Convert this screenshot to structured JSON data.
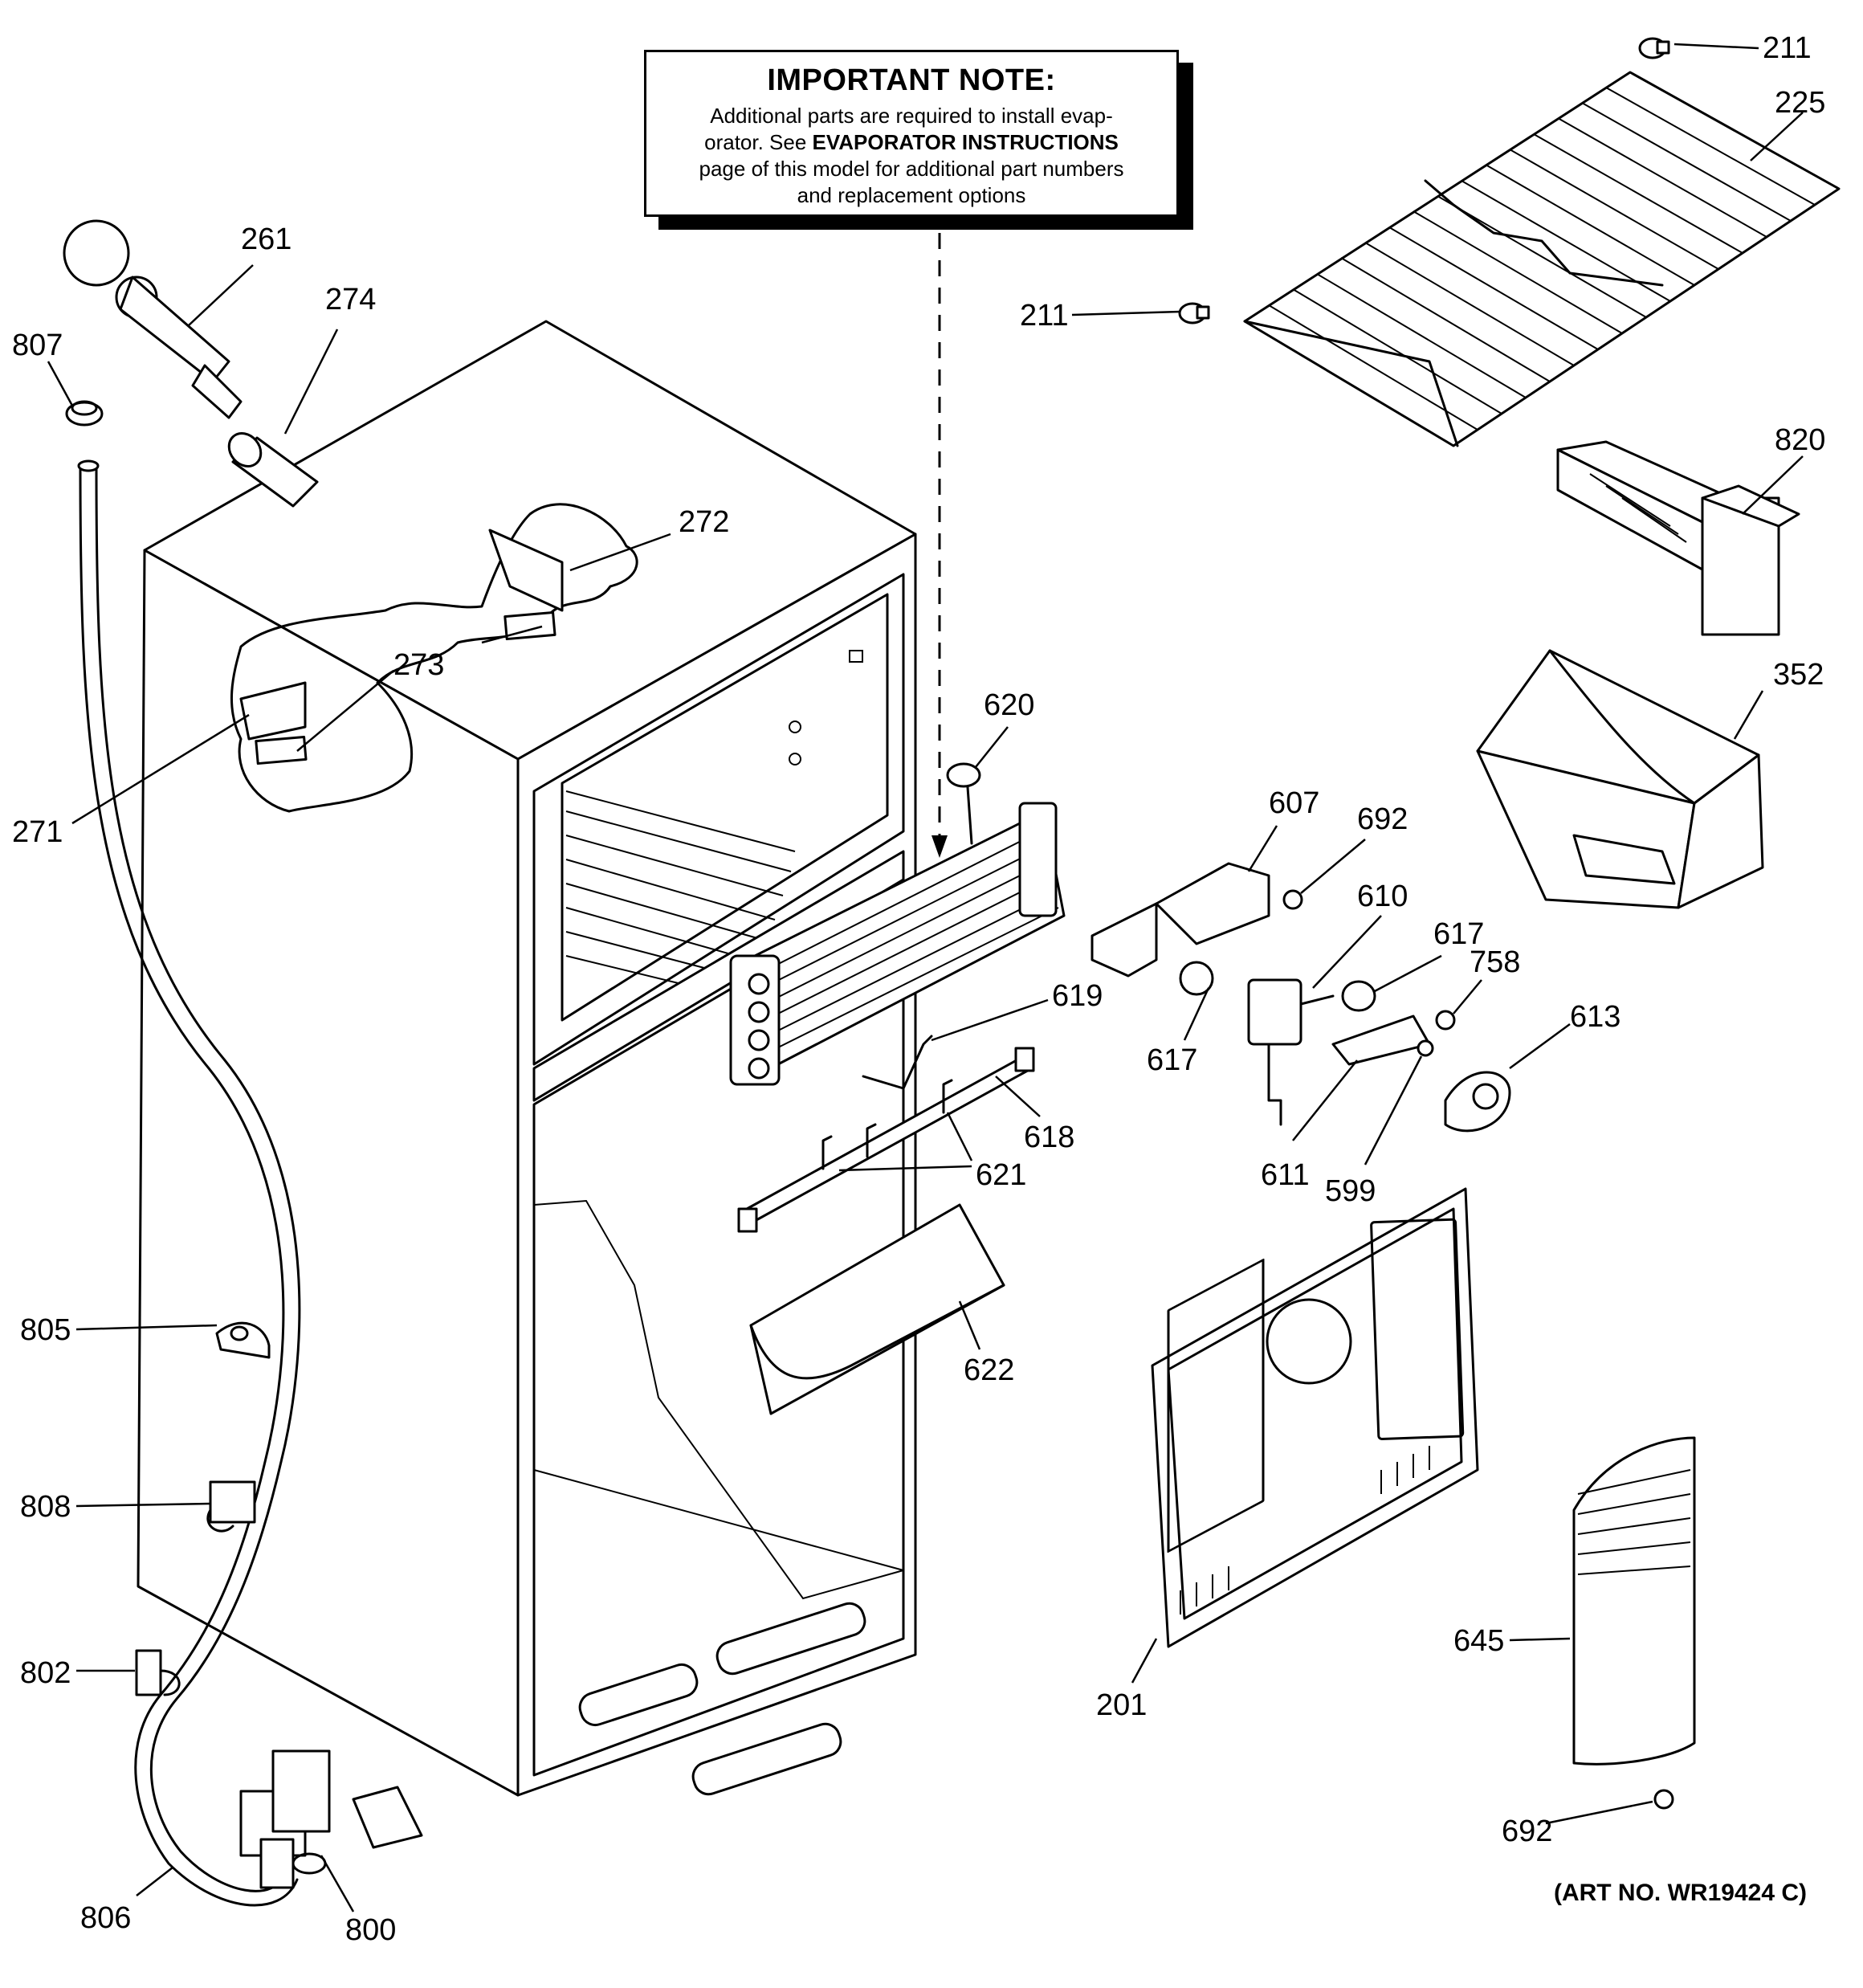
{
  "note": {
    "title": "IMPORTANT NOTE:",
    "line1": "Additional parts are required to install evap-",
    "line2_pre": "orator.  See ",
    "line2_bold": "EVAPORATOR INSTRUCTIONS",
    "line3": "page of this model for additional part numbers",
    "line4": "and replacement options"
  },
  "art_number": "(ART NO. WR19424 C)",
  "parts": [
    {
      "id": "p211a",
      "label": "211"
    },
    {
      "id": "p225",
      "label": "225"
    },
    {
      "id": "p211b",
      "label": "211"
    },
    {
      "id": "p261",
      "label": "261"
    },
    {
      "id": "p274",
      "label": "274"
    },
    {
      "id": "p807",
      "label": "807"
    },
    {
      "id": "p272",
      "label": "272"
    },
    {
      "id": "p273",
      "label": "273"
    },
    {
      "id": "p271",
      "label": "271"
    },
    {
      "id": "p820",
      "label": "820"
    },
    {
      "id": "p352",
      "label": "352"
    },
    {
      "id": "p620",
      "label": "620"
    },
    {
      "id": "p607",
      "label": "607"
    },
    {
      "id": "p692a",
      "label": "692"
    },
    {
      "id": "p610",
      "label": "610"
    },
    {
      "id": "p617a",
      "label": "617"
    },
    {
      "id": "p617b",
      "label": "617"
    },
    {
      "id": "p758",
      "label": "758"
    },
    {
      "id": "p613",
      "label": "613"
    },
    {
      "id": "p619",
      "label": "619"
    },
    {
      "id": "p618",
      "label": "618"
    },
    {
      "id": "p621",
      "label": "621"
    },
    {
      "id": "p611",
      "label": "611"
    },
    {
      "id": "p599",
      "label": "599"
    },
    {
      "id": "p622",
      "label": "622"
    },
    {
      "id": "p805",
      "label": "805"
    },
    {
      "id": "p808",
      "label": "808"
    },
    {
      "id": "p802",
      "label": "802"
    },
    {
      "id": "p201",
      "label": "201"
    },
    {
      "id": "p645",
      "label": "645"
    },
    {
      "id": "p692b",
      "label": "692"
    },
    {
      "id": "p806",
      "label": "806"
    },
    {
      "id": "p800",
      "label": "800"
    }
  ]
}
